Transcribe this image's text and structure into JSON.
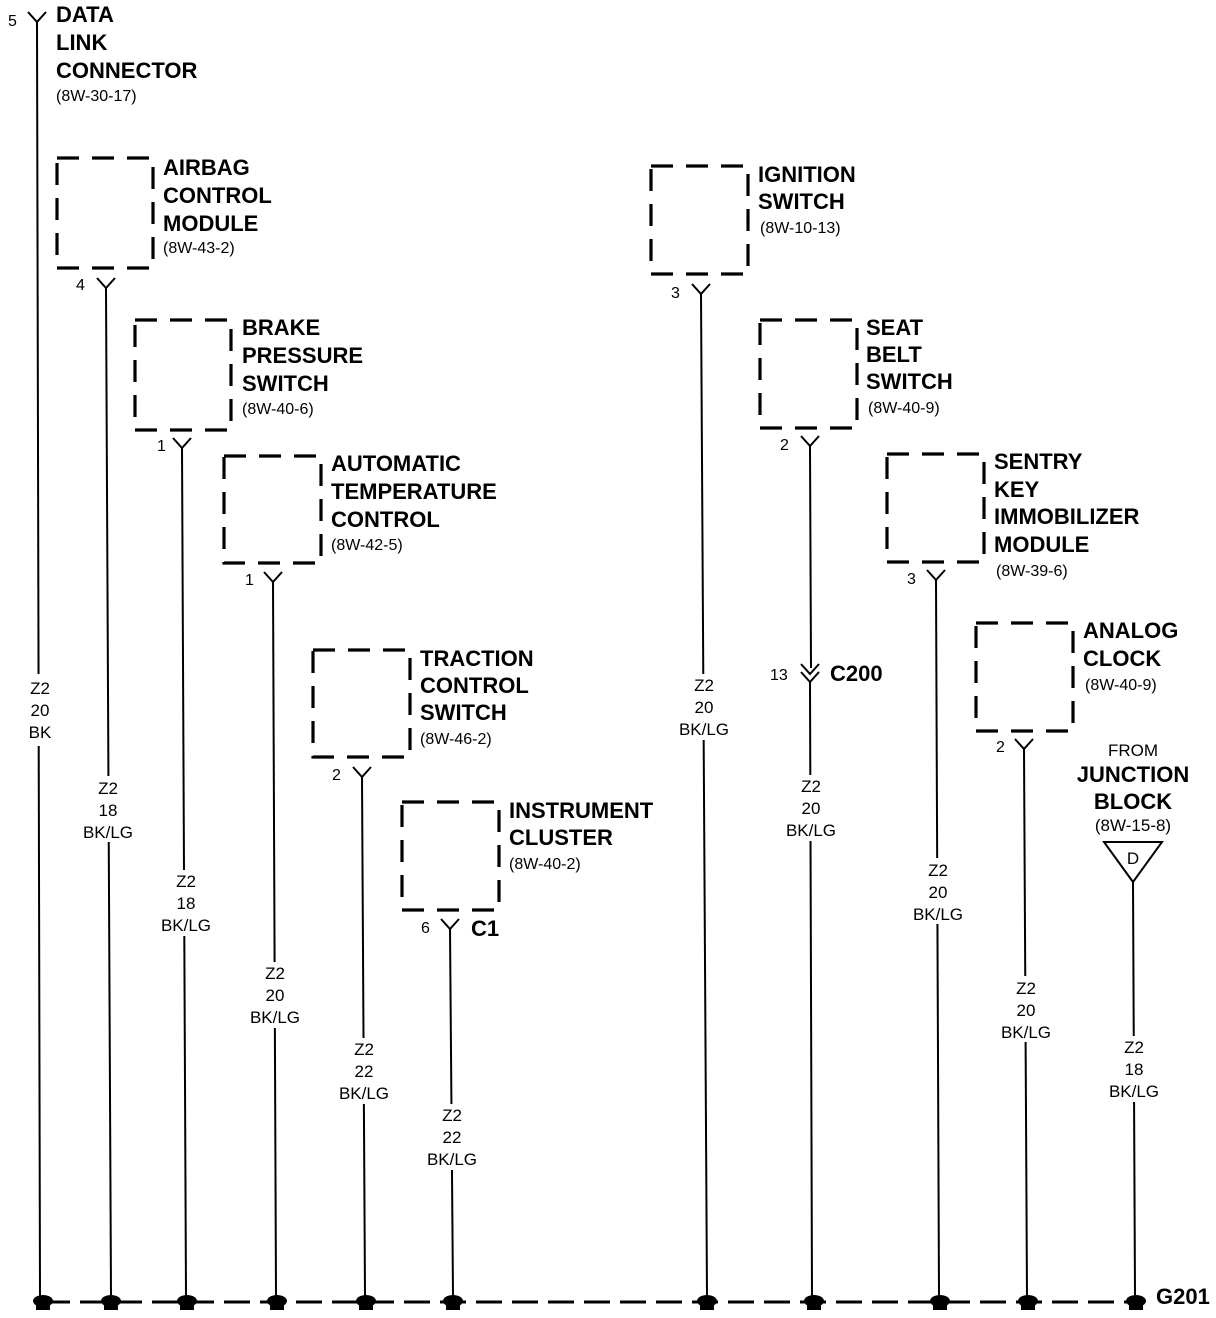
{
  "ground": {
    "label": "G201"
  },
  "data_link_connector": {
    "pin": "5",
    "title_lines": [
      "DATA",
      "LINK",
      "CONNECTOR"
    ],
    "ref": "(8W-30-17)",
    "wire": [
      "Z2",
      "20",
      "BK"
    ]
  },
  "airbag_control_module": {
    "pin": "4",
    "title_lines": [
      "AIRBAG",
      "CONTROL",
      "MODULE"
    ],
    "ref": "(8W-43-2)",
    "wire": [
      "Z2",
      "18",
      "BK/LG"
    ]
  },
  "brake_pressure_switch": {
    "pin": "1",
    "title_lines": [
      "BRAKE",
      "PRESSURE",
      "SWITCH"
    ],
    "ref": "(8W-40-6)",
    "wire": [
      "Z2",
      "18",
      "BK/LG"
    ]
  },
  "automatic_temperature_control": {
    "pin": "1",
    "title_lines": [
      "AUTOMATIC",
      "TEMPERATURE",
      "CONTROL"
    ],
    "ref": "(8W-42-5)",
    "wire": [
      "Z2",
      "20",
      "BK/LG"
    ]
  },
  "traction_control_switch": {
    "pin": "2",
    "title_lines": [
      "TRACTION",
      "CONTROL",
      "SWITCH"
    ],
    "ref": "(8W-46-2)",
    "wire": [
      "Z2",
      "22",
      "BK/LG"
    ]
  },
  "instrument_cluster": {
    "pin": "6",
    "connector": "C1",
    "title_lines": [
      "INSTRUMENT",
      "CLUSTER"
    ],
    "ref": "(8W-40-2)",
    "wire": [
      "Z2",
      "22",
      "BK/LG"
    ]
  },
  "ignition_switch": {
    "pin": "3",
    "title_lines": [
      "IGNITION",
      "SWITCH"
    ],
    "ref": "(8W-10-13)",
    "wire": [
      "Z2",
      "20",
      "BK/LG"
    ]
  },
  "seat_belt_switch": {
    "pin": "2",
    "title_lines": [
      "SEAT",
      "BELT",
      "SWITCH"
    ],
    "ref": "(8W-40-9)",
    "inline_pin": "13",
    "inline_connector": "C200",
    "wire": [
      "Z2",
      "20",
      "BK/LG"
    ]
  },
  "sentry_key_immobilizer_module": {
    "pin": "3",
    "title_lines": [
      "SENTRY",
      "KEY",
      "IMMOBILIZER",
      "MODULE"
    ],
    "ref": "(8W-39-6)",
    "wire": [
      "Z2",
      "20",
      "BK/LG"
    ]
  },
  "analog_clock": {
    "pin": "2",
    "title_lines": [
      "ANALOG",
      "CLOCK"
    ],
    "ref": "(8W-40-9)",
    "wire": [
      "Z2",
      "20",
      "BK/LG"
    ]
  },
  "junction_block": {
    "from_label": "FROM",
    "title_lines": [
      "JUNCTION",
      "BLOCK"
    ],
    "ref": "(8W-15-8)",
    "splice": "D",
    "wire": [
      "Z2",
      "18",
      "BK/LG"
    ]
  }
}
